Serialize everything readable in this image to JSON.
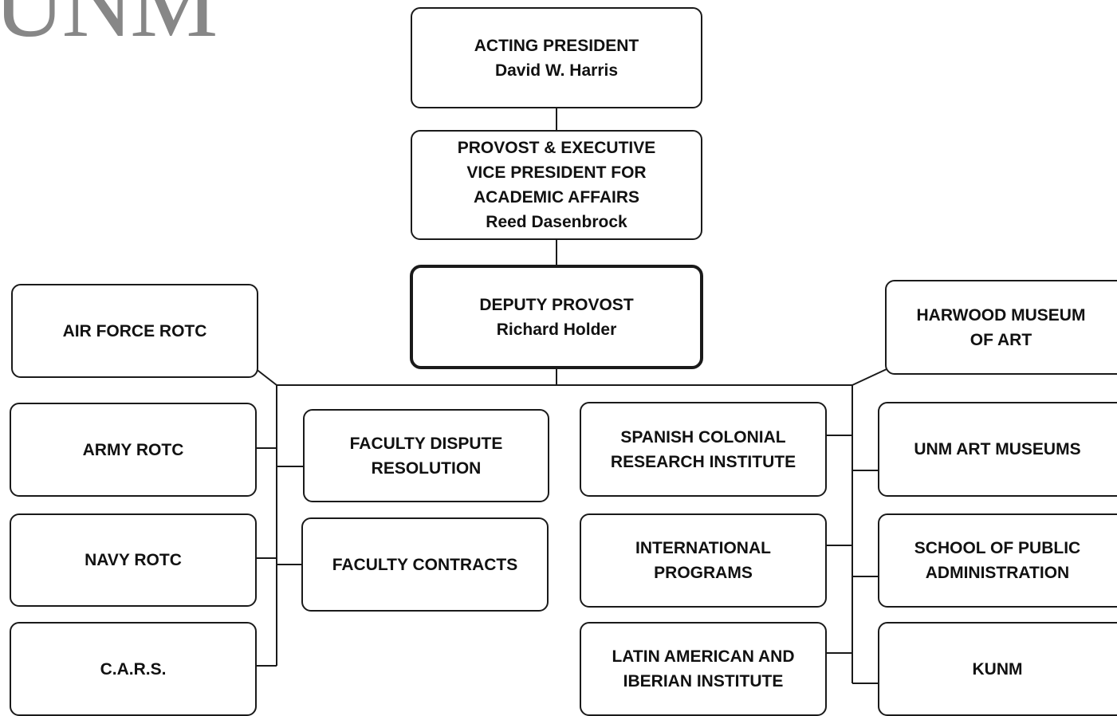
{
  "logo": {
    "text": "UNM"
  },
  "boxes": {
    "president": {
      "title": "ACTING PRESIDENT",
      "name": "David W. Harris"
    },
    "provost": {
      "line1": "PROVOST & EXECUTIVE",
      "line2": "VICE PRESIDENT FOR",
      "line3": "ACADEMIC AFFAIRS",
      "name": "Reed Dasenbrock"
    },
    "deputy": {
      "title": "DEPUTY PROVOST",
      "name": "Richard Holder"
    },
    "air_force": {
      "line1": "AIR FORCE ROTC"
    },
    "army": {
      "line1": "ARMY ROTC"
    },
    "navy": {
      "line1": "NAVY ROTC"
    },
    "cars": {
      "line1": "C.A.R.S."
    },
    "dispute": {
      "line1": "FACULTY DISPUTE",
      "line2": "RESOLUTION"
    },
    "contracts": {
      "line1": "FACULTY CONTRACTS"
    },
    "spanish": {
      "line1": "SPANISH COLONIAL",
      "line2": "RESEARCH INSTITUTE"
    },
    "intl": {
      "line1": "INTERNATIONAL",
      "line2": "PROGRAMS"
    },
    "latin": {
      "line1": "LATIN AMERICAN AND",
      "line2": "IBERIAN INSTITUTE"
    },
    "harwood": {
      "line1": "HARWOOD MUSEUM",
      "line2": "OF ART"
    },
    "art_museums": {
      "line1": "UNM ART MUSEUMS"
    },
    "spa": {
      "line1": "SCHOOL OF PUBLIC",
      "line2": "ADMINISTRATION"
    },
    "kunm": {
      "line1": "KUNM"
    }
  },
  "colors": {
    "stroke": "#1a1a1a",
    "logo": "#878787",
    "background": "#ffffff"
  }
}
